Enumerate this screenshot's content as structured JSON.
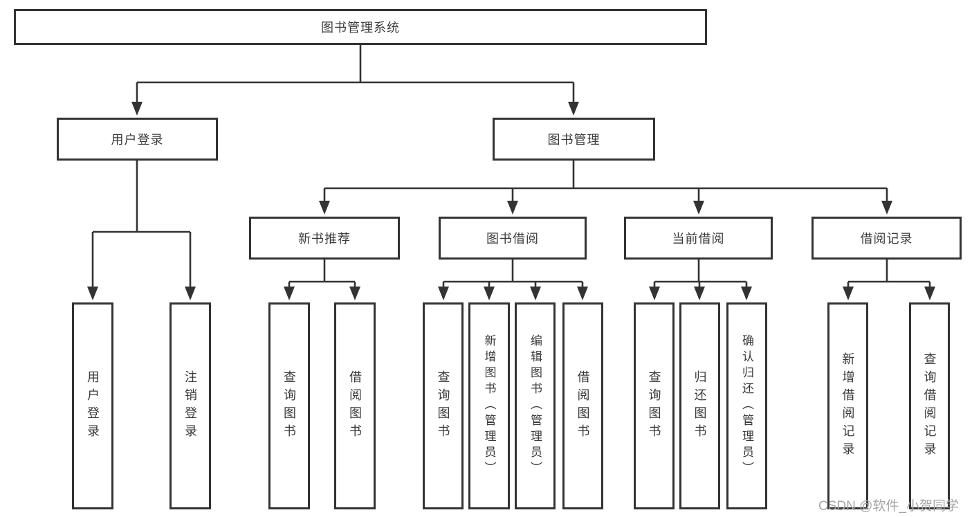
{
  "diagram": {
    "root": {
      "label": "图书管理系统"
    },
    "level2": [
      {
        "label": "用户登录",
        "children": [
          {
            "label": "用户登录"
          },
          {
            "label": "注销登录"
          }
        ]
      },
      {
        "label": "图书管理"
      }
    ],
    "level3": [
      {
        "label": "新书推荐",
        "children": [
          {
            "label": "查询图书"
          },
          {
            "label": "借阅图书"
          }
        ]
      },
      {
        "label": "图书借阅",
        "children": [
          {
            "label": "查询图书"
          },
          {
            "label": "新增图书（管理员）"
          },
          {
            "label": "编辑图书（管理员）"
          },
          {
            "label": "借阅图书"
          }
        ]
      },
      {
        "label": "当前借阅",
        "children": [
          {
            "label": "查询图书"
          },
          {
            "label": "归还图书"
          },
          {
            "label": "确认归还（管理员）"
          }
        ]
      },
      {
        "label": "借阅记录",
        "children": [
          {
            "label": "新增借阅记录"
          },
          {
            "label": "查询借阅记录"
          }
        ]
      }
    ]
  },
  "watermark": {
    "text": "CSDN @软件_小贺同学"
  },
  "colors": {
    "line": "#333333",
    "text": "#3a3a3a",
    "background": "#ffffff",
    "watermark": "#a6a6a6"
  }
}
